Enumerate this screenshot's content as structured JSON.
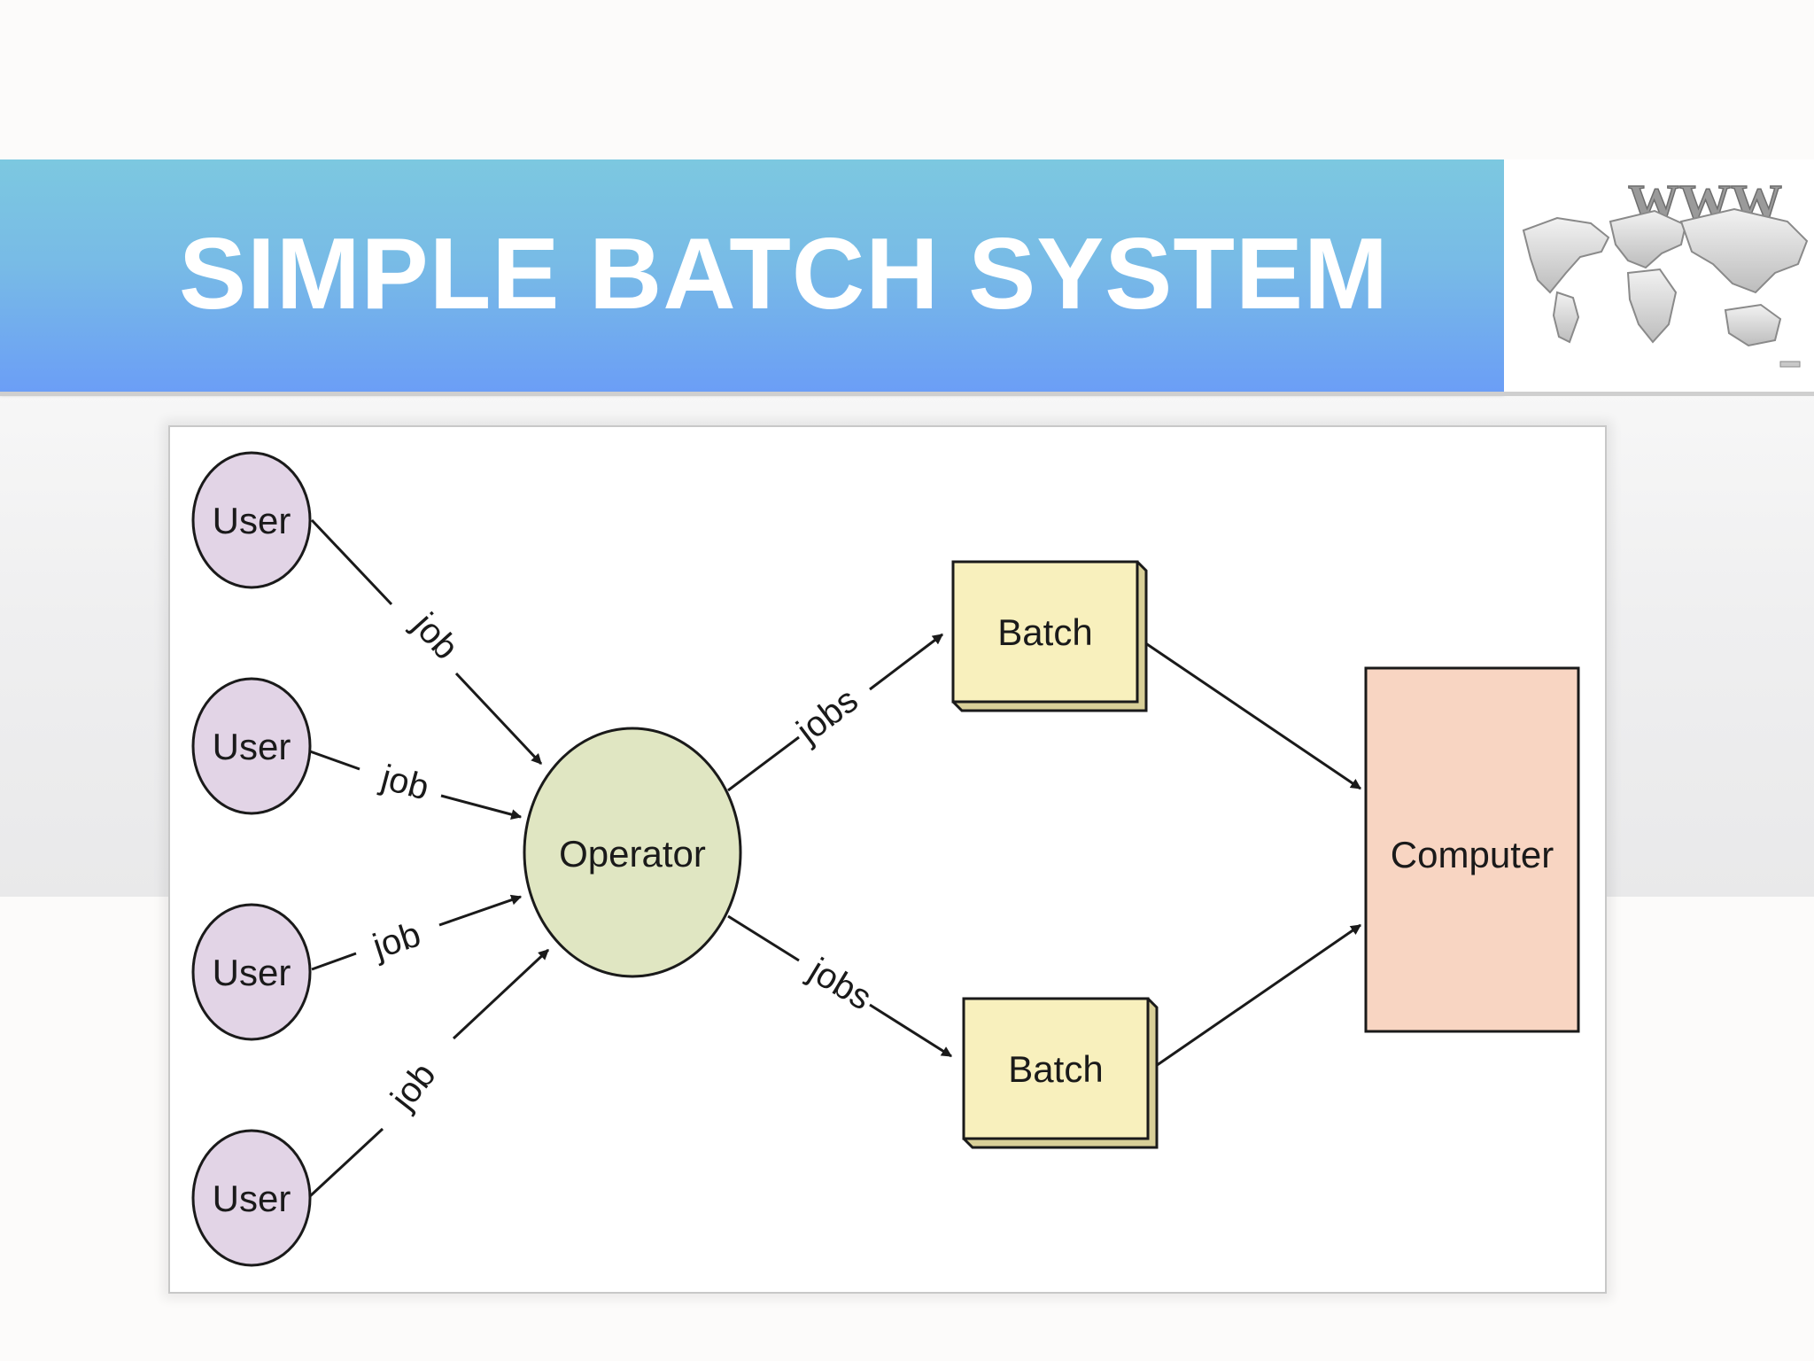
{
  "slide": {
    "title": "SIMPLE BATCH SYSTEM",
    "logo_text": "WWW",
    "colors": {
      "title_bar_top": "#7cc8e0",
      "title_bar_bottom": "#6b9ef6",
      "user_fill": "#e2d4e6",
      "operator_fill": "#e0e6c2",
      "batch_fill": "#f8f0bd",
      "computer_fill": "#f8d5c2"
    }
  },
  "diagram": {
    "nodes": {
      "user_1": "User",
      "user_2": "User",
      "user_3": "User",
      "user_4": "User",
      "operator": "Operator",
      "batch_top": "Batch",
      "batch_bottom": "Batch",
      "computer": "Computer"
    },
    "edges": {
      "user_1_to_operator": "job",
      "user_2_to_operator": "job",
      "user_3_to_operator": "job",
      "user_4_to_operator": "job",
      "operator_to_batch_top": "jobs",
      "operator_to_batch_bottom": "jobs"
    }
  }
}
